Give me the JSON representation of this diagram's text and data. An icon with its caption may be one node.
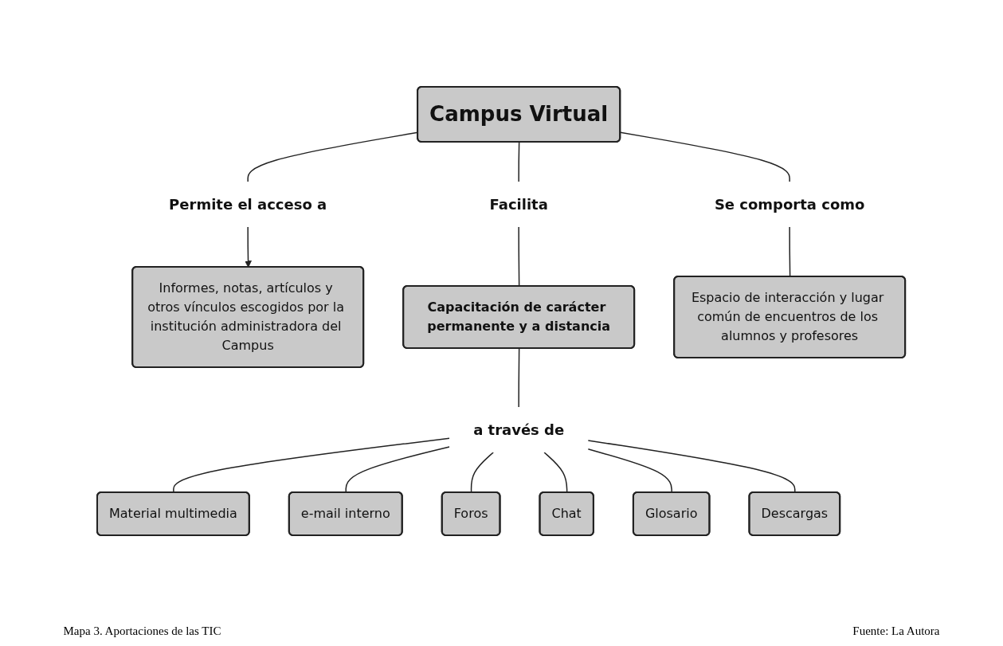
{
  "diagram": {
    "caption": "Mapa 3. Aportaciones de las TIC",
    "nodes": [
      {
        "text": [
          "Campus Virtual"
        ]
      },
      {
        "text": [
          "Permite el acceso a"
        ]
      },
      {
        "text": [
          "Informes, notas, artículos y otros vínculos escogidos por la institución administradora del Campus"
        ]
      },
      {
        "text": [
          "Facilita"
        ]
      },
      {
        "text": [
          "Se comporta como"
        ]
      },
      {
        "text": [
          "Capacitación de carácter permanente y a distancia"
        ]
      },
      {
        "text": [
          "Espacio de interacción y lugar común de encuentros de los alumnos y profesores"
        ]
      },
      {
        "text": [
          "a través de"
        ]
      },
      {
        "text": [
          "Material multimedia"
        ]
      },
      {
        "text": [
          "e-mail interno"
        ]
      },
      {
        "text": [
          "Foros"
        ]
      },
      {
        "text": [
          "Chat"
        ]
      },
      {
        "text": [
          "Glosario"
        ]
      },
      {
        "text": [
          "Descargas"
        ]
      }
    ],
    "edges": [
      {
        "from": 0,
        "to": 1,
        "arrow": "none"
      },
      {
        "from": 1,
        "to": 2,
        "arrow": "to"
      },
      {
        "from": 0,
        "to": 3,
        "arrow": "none"
      },
      {
        "from": 3,
        "to": 5,
        "arrow": "none"
      },
      {
        "from": 0,
        "to": 4,
        "arrow": "none"
      },
      {
        "from": 4,
        "to": 6,
        "arrow": "none"
      },
      {
        "from": 5,
        "to": 7,
        "arrow": "none"
      },
      {
        "from": 7,
        "to": 8,
        "arrow": "none"
      },
      {
        "from": 7,
        "to": 9,
        "arrow": "none"
      },
      {
        "from": 7,
        "to": 10,
        "arrow": "none"
      },
      {
        "from": 7,
        "to": 11,
        "arrow": "none"
      },
      {
        "from": 7,
        "to": 12,
        "arrow": "none"
      },
      {
        "from": 7,
        "to": 13,
        "arrow": "none"
      }
    ],
    "labels": [
      "Fuente: La Autora"
    ]
  }
}
